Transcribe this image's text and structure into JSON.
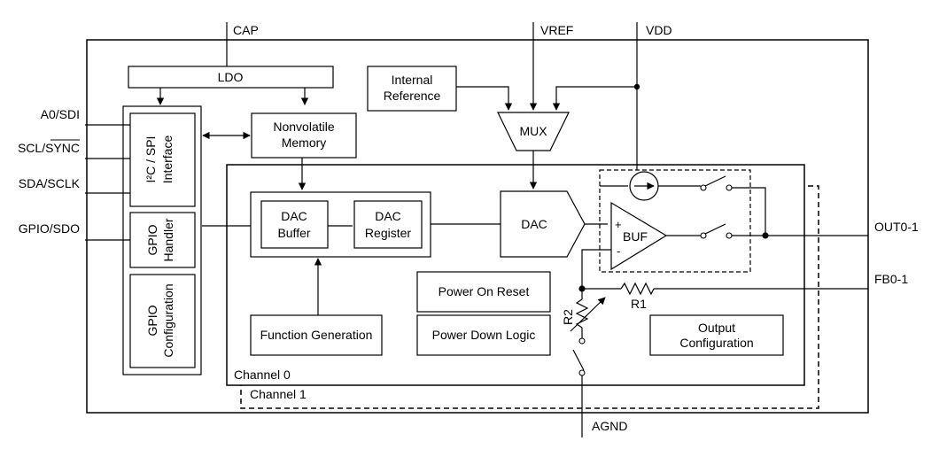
{
  "pins": {
    "cap": "CAP",
    "vref": "VREF",
    "vdd": "VDD",
    "a0_sdi": "A0/SDI",
    "scl_sync": "SCL/SYNC",
    "sda_sclk": "SDA/SCLK",
    "gpio_sdo": "GPIO/SDO",
    "out": "OUT0-1",
    "fb": "FB0-1",
    "agnd": "AGND"
  },
  "blocks": {
    "ldo": "LDO",
    "internal_reference": [
      "Internal",
      "Reference"
    ],
    "nonvolatile_memory": [
      "Nonvolatile",
      "Memory"
    ],
    "mux": "MUX",
    "i2c_spi_interface": [
      "I²C / SPI",
      "Interface"
    ],
    "gpio_handler": [
      "GPIO",
      "Handler"
    ],
    "gpio_configuration": [
      "GPIO",
      "Configuration"
    ],
    "dac_buffer": [
      "DAC",
      "Buffer"
    ],
    "dac_register": [
      "DAC",
      "Register"
    ],
    "dac": "DAC",
    "buf": "BUF",
    "function_generation": "Function Generation",
    "power_on_reset": "Power On Reset",
    "power_down_logic": "Power Down Logic",
    "output_configuration": [
      "Output",
      "Configuration"
    ],
    "channel0": "Channel 0",
    "channel1": "Channel 1"
  },
  "components": {
    "r1": "R1",
    "r2": "R2",
    "plus": "+",
    "minus": "-"
  }
}
